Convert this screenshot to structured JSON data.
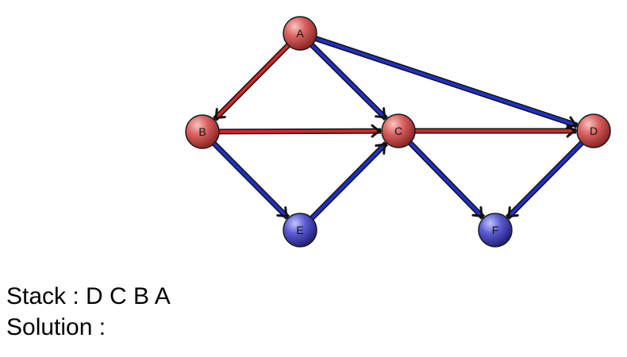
{
  "graph": {
    "nodes": [
      {
        "id": "A",
        "label": "A",
        "state": "visited"
      },
      {
        "id": "B",
        "label": "B",
        "state": "visited"
      },
      {
        "id": "C",
        "label": "C",
        "state": "visited"
      },
      {
        "id": "D",
        "label": "D",
        "state": "visited"
      },
      {
        "id": "E",
        "label": "E",
        "state": "unvisited"
      },
      {
        "id": "F",
        "label": "F",
        "state": "unvisited"
      }
    ],
    "edges": [
      {
        "from": "A",
        "to": "B",
        "state": "traversed"
      },
      {
        "from": "A",
        "to": "C",
        "state": "untraversed"
      },
      {
        "from": "A",
        "to": "D",
        "state": "untraversed"
      },
      {
        "from": "B",
        "to": "C",
        "state": "traversed"
      },
      {
        "from": "B",
        "to": "E",
        "state": "untraversed"
      },
      {
        "from": "E",
        "to": "C",
        "state": "untraversed"
      },
      {
        "from": "C",
        "to": "D",
        "state": "traversed"
      },
      {
        "from": "C",
        "to": "F",
        "state": "untraversed"
      },
      {
        "from": "D",
        "to": "F",
        "state": "untraversed"
      }
    ]
  },
  "colors": {
    "visited_node": "#d9605e",
    "unvisited_node": "#5a5ad6",
    "traversed_edge": "#d42626",
    "untraversed_edge": "#2030c8",
    "edge_outline": "#111111"
  },
  "stack": {
    "label": "Stack :",
    "items": [
      "D",
      "C",
      "B",
      "A"
    ],
    "text": "Stack : D C B A"
  },
  "solution": {
    "label": "Solution :",
    "items": [],
    "text": "Solution :"
  }
}
